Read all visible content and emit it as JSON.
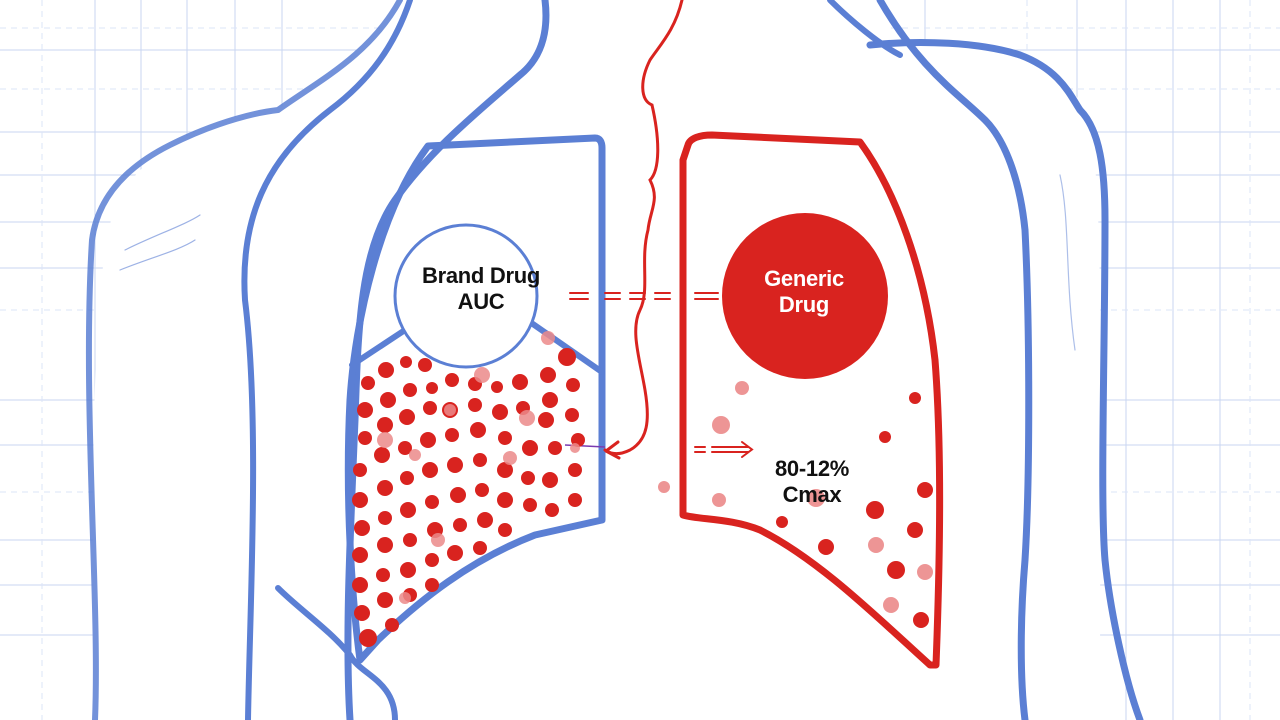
{
  "diagram": {
    "subject": "Lungs illustration comparing brand vs generic drug absorption",
    "colors": {
      "blue_outline": "#5b7fd4",
      "grid_line": "#c9d6f2",
      "red": "#d9231f",
      "red_light": "#ec8a8a",
      "text_dark": "#111111",
      "text_light": "#ffffff",
      "background": "#ffffff"
    },
    "left_lung": {
      "outline_color": "blue",
      "callout": {
        "line1": "Brand Drug",
        "line2": "AUC",
        "style": "white circle with blue outline"
      },
      "particles": "dense red dots"
    },
    "right_lung": {
      "outline_color": "red",
      "callout": {
        "line1": "Generic",
        "line2": "Drug",
        "style": "solid red circle with white text"
      },
      "annotation": {
        "line1": "80-12%",
        "line2": "Cmax"
      },
      "particles": "sparse red dots"
    },
    "connectors": [
      {
        "from": "brand-callout",
        "to": "generic-callout",
        "style": "red dashed double line"
      },
      {
        "from": "left-lung-particles",
        "to": "trachea",
        "style": "red curved arrow"
      },
      {
        "from": "right-lung-edge",
        "to": "cmax-annotation",
        "style": "red double arrow"
      }
    ]
  }
}
